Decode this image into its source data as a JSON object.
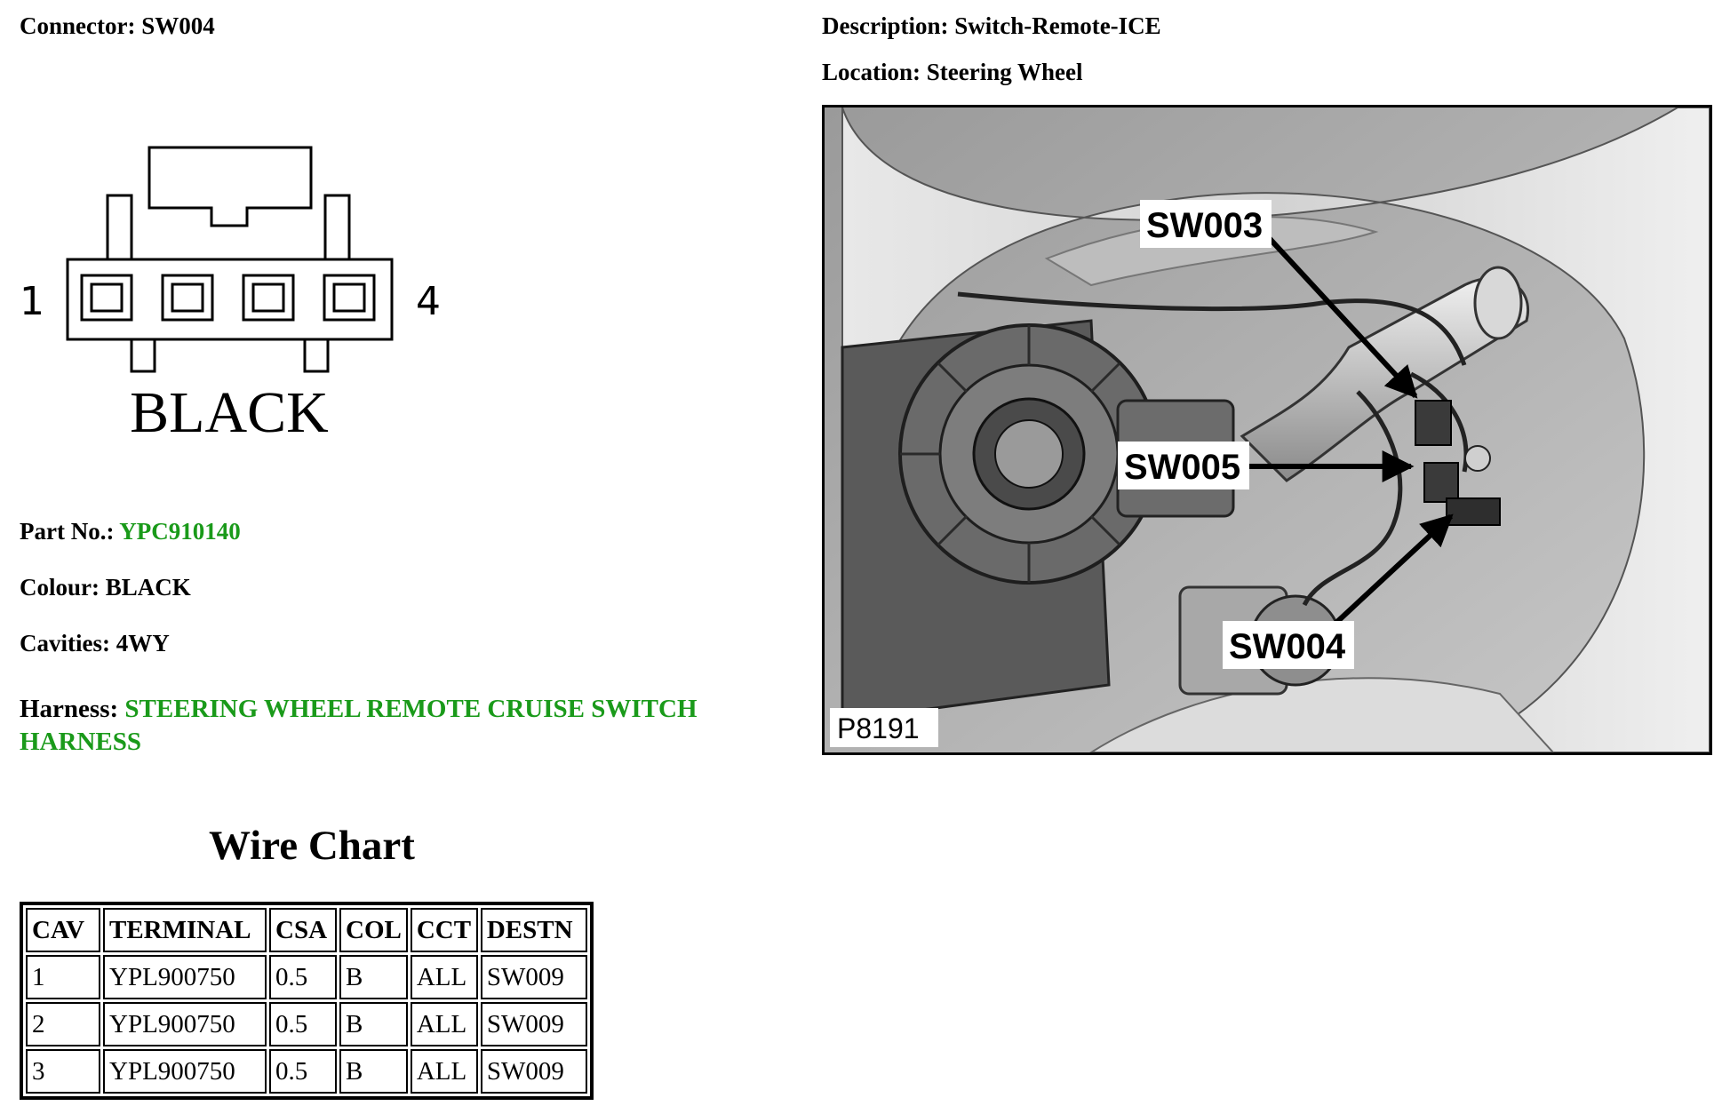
{
  "connector": {
    "label": "Connector:",
    "value": "SW004"
  },
  "description": {
    "label": "Description:",
    "value": "Switch-Remote-ICE"
  },
  "location": {
    "label": "Location:",
    "value": "Steering Wheel"
  },
  "drawing": {
    "pin_first": "1",
    "pin_last": "4",
    "colour_text": "BLACK"
  },
  "part_no": {
    "label": "Part No.:",
    "value": "YPC910140",
    "value_color": "#1a9a1a"
  },
  "colour": {
    "label": "Colour:",
    "value": "BLACK"
  },
  "cavities": {
    "label": "Cavities:",
    "value": "4WY"
  },
  "harness": {
    "label": "Harness:",
    "value": "STEERING WHEEL REMOTE CRUISE SWITCH HARNESS",
    "value_color": "#1a9a1a"
  },
  "wire_chart": {
    "title": "Wire Chart",
    "headers": [
      "CAV",
      "TERMINAL",
      "CSA",
      "COL",
      "CCT",
      "DESTN"
    ],
    "rows": [
      [
        "1",
        "YPL900750",
        "0.5",
        "B",
        "ALL",
        "SW009"
      ],
      [
        "2",
        "YPL900750",
        "0.5",
        "B",
        "ALL",
        "SW009"
      ],
      [
        "3",
        "YPL900750",
        "0.5",
        "B",
        "ALL",
        "SW009"
      ]
    ]
  },
  "photo": {
    "callouts": [
      "SW003",
      "SW005",
      "SW004"
    ],
    "reference": "P8191"
  }
}
